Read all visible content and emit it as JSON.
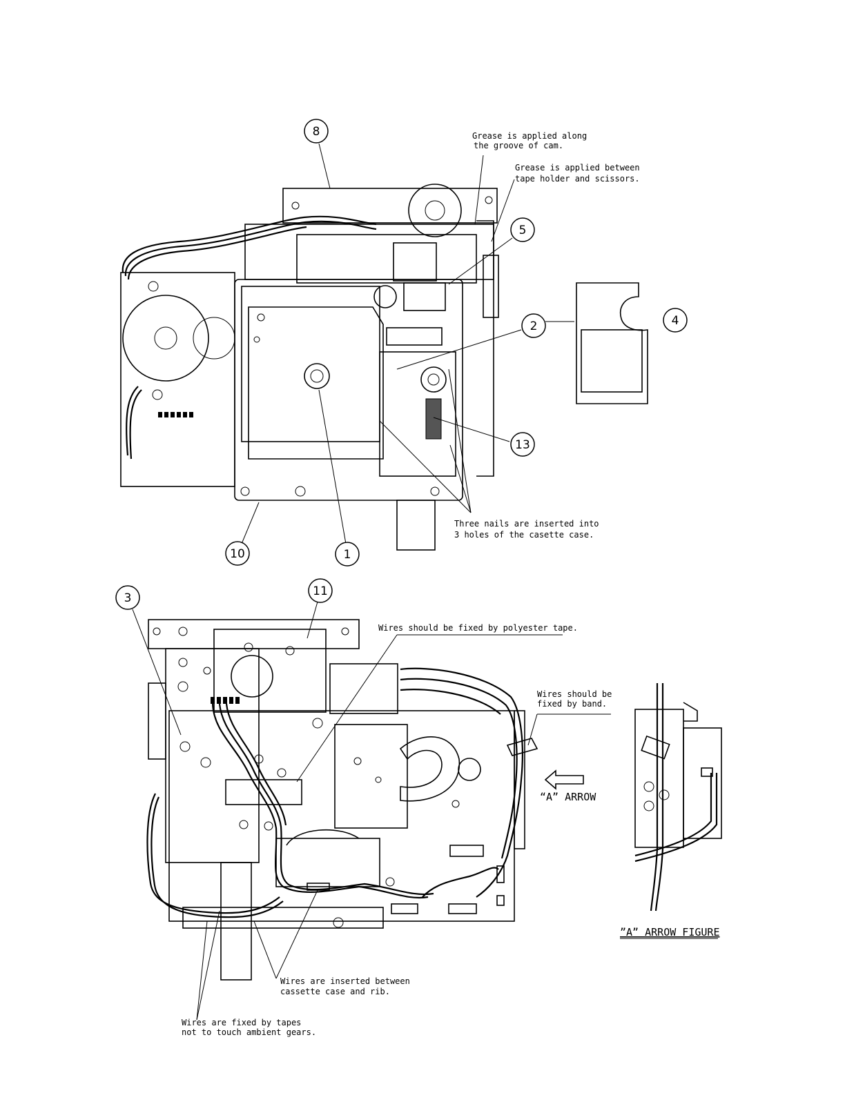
{
  "callouts": {
    "c1": "1",
    "c2": "2",
    "c3": "3",
    "c4": "4",
    "c5": "5",
    "c8": "8",
    "c10": "10",
    "c11": "11",
    "c13": "13"
  },
  "notes": {
    "grease_cam": [
      "Grease is applied along",
      "the groove of cam."
    ],
    "grease_scissors": [
      "Grease is applied between",
      "tape holder and scissors."
    ],
    "three_nails": [
      "Three nails are inserted into",
      "3 holes of the casette case."
    ],
    "polyester_tape": "Wires should be fixed by polyester tape.",
    "fixed_by_band": [
      "Wires should be",
      "fixed by band."
    ],
    "a_arrow": "“A” ARROW",
    "a_arrow_figure": "”A” ARROW FIGURE",
    "inserted_between": [
      "Wires are inserted between",
      "cassette case and rib."
    ],
    "fixed_by_tapes": [
      "Wires are fixed  by tapes",
      "not to touch ambient gears."
    ]
  }
}
